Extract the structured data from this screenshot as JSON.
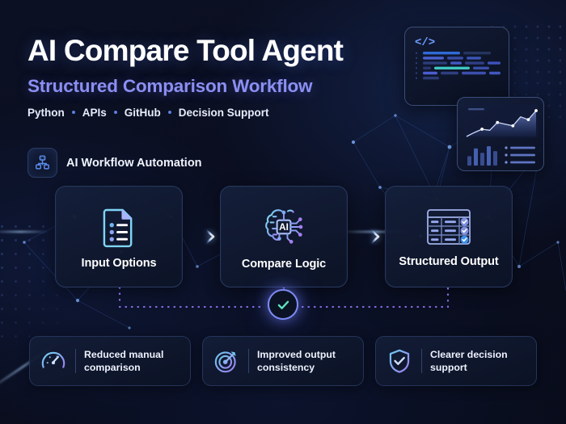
{
  "meta": {
    "background_color": "#0a0e20",
    "accent_blue": "#5b8cf0",
    "accent_purple": "#8b8ff2",
    "accent_teal": "#5fe3c0",
    "card_border": "#27375c"
  },
  "header": {
    "title": "AI Compare Tool Agent",
    "subtitle": "Structured Comparison Workflow",
    "tags": [
      "Python",
      "APIs",
      "GitHub",
      "Decision Support"
    ],
    "tag_separator": "•"
  },
  "badge": {
    "icon": "robot-hierarchy-icon",
    "label": "AI Workflow Automation"
  },
  "workflow": {
    "arrow_icon": "arrow-right-icon",
    "steps": [
      {
        "label": "Input Options",
        "icon": "document-list-icon"
      },
      {
        "label": "Compare Logic",
        "icon": "ai-brain-chip-icon"
      },
      {
        "label": "Structured Output",
        "icon": "table-check-icon"
      }
    ],
    "connector": {
      "style": "dotted",
      "color": "#8b6fe8",
      "node_icon": "check-circle-icon"
    }
  },
  "benefits": [
    {
      "icon": "gauge-icon",
      "line1": "Reduced manual",
      "line2": "comparison"
    },
    {
      "icon": "target-dart-icon",
      "line1": "Improved output",
      "line2": "consistency"
    },
    {
      "icon": "shield-check-icon",
      "line1": "Clearer decision",
      "line2": "support"
    }
  ],
  "decor": {
    "code_panel": {
      "icon": "code-brackets-icon",
      "label": "</>",
      "lines": [
        {
          "w": 46,
          "c": "#2f6bd8"
        },
        {
          "w": 34,
          "c": "#26335e"
        },
        {
          "w": 26,
          "c": "#4b5fd0"
        },
        {
          "w": 20,
          "c": "#3a4ba8"
        },
        {
          "w": 18,
          "c": "#3b55b5"
        },
        {
          "w": 30,
          "c": "#2c3c78"
        },
        {
          "w": 14,
          "c": "#4358c4"
        },
        {
          "w": 24,
          "c": "#2f3f84"
        },
        {
          "w": 16,
          "c": "#3d52bc"
        },
        {
          "w": 10,
          "c": "#28356c"
        },
        {
          "w": 44,
          "c": "#3ec6c0"
        },
        {
          "w": 20,
          "c": "#3a4ea8"
        },
        {
          "w": 18,
          "c": "#4a5ed0"
        },
        {
          "w": 22,
          "c": "#2e3e80"
        },
        {
          "w": 30,
          "c": "#3b4fae"
        },
        {
          "w": 14,
          "c": "#4257c2"
        },
        {
          "w": 20,
          "c": "#2c3b76"
        }
      ]
    },
    "chart_panel": {
      "series_points": [
        0,
        14,
        26,
        22,
        50,
        44,
        38,
        70,
        60,
        92
      ],
      "bars": [
        34,
        62,
        46,
        70,
        52
      ],
      "list_rows": 3
    }
  }
}
